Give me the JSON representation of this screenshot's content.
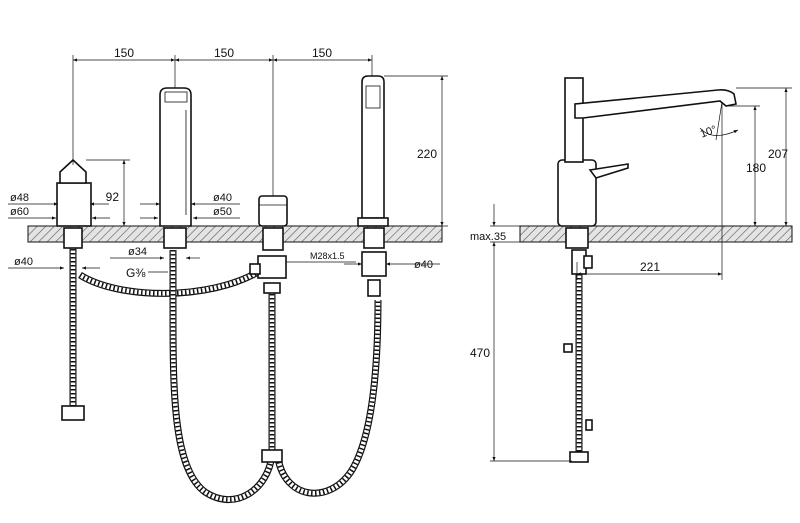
{
  "front_view": {
    "spacing": [
      "150",
      "150",
      "150"
    ],
    "height_220": "220",
    "height_92": "92",
    "dia_48": "ø48",
    "dia_60": "ø60",
    "dia_40_spout": "ø40",
    "dia_50": "ø50",
    "dia_34": "ø34",
    "thread_g38": "G⅜",
    "thread_m28": "M28x1.5",
    "dia_40_left": "ø40",
    "dia_40_right": "ø40"
  },
  "side_view": {
    "max_deck": "max.35",
    "angle": "10°",
    "projection": "221",
    "height_180": "180",
    "height_207": "207",
    "hose_length": "470"
  },
  "colors": {
    "ink": "#111111",
    "background": "#ffffff"
  }
}
